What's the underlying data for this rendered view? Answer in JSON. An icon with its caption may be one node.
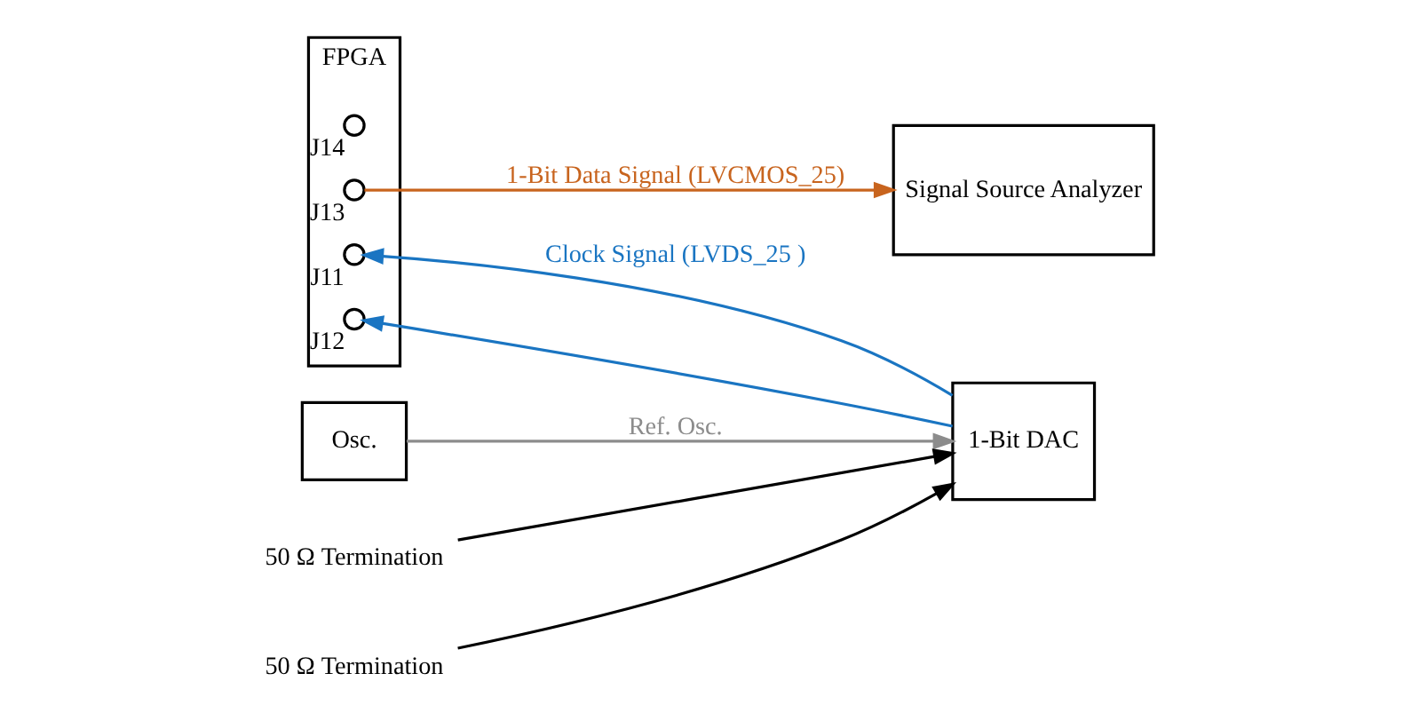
{
  "diagram": {
    "nodes": [
      {
        "text": [
          "1-Bit DAC"
        ]
      },
      {
        "text": [
          "FPGA"
        ]
      },
      {
        "text": [],
        "shape": "circle",
        "in": 1,
        "beside": [
          "J14"
        ]
      },
      {
        "text": [],
        "shape": "circle",
        "in": 1,
        "beside": [
          "J13"
        ]
      },
      {
        "text": [],
        "shape": "circle",
        "in": 1,
        "beside": [
          "J11"
        ]
      },
      {
        "text": [],
        "shape": "circle",
        "in": 1,
        "beside": [
          "J12"
        ]
      },
      {
        "text": [
          "Signal Source Analyzer"
        ]
      },
      {
        "text": [
          "Osc."
        ]
      },
      {
        "text": [
          "50 Ω Termination"
        ]
      },
      {
        "text": [
          "50 Ω Termination"
        ]
      }
    ],
    "edges": [
      {
        "from": 0,
        "to": 4,
        "arrow": "to",
        "color": "#1a75c2",
        "label": "Clock Signal (LVDS_25 )"
      },
      {
        "from": 0,
        "to": 5,
        "arrow": "to",
        "color": "#1a75c2"
      },
      {
        "from": 3,
        "to": 6,
        "arrow": "to",
        "color": "#c8641e",
        "label": "1-Bit Data Signal (LVCMOS_25)"
      },
      {
        "from": 7,
        "to": 0,
        "arrow": "to",
        "color": "#8c8c8c",
        "label": "Ref. Osc."
      },
      {
        "from": 8,
        "to": 0,
        "arrow": "to",
        "color": "#000000"
      },
      {
        "from": 9,
        "to": 0,
        "arrow": "to",
        "color": "#000000"
      }
    ]
  }
}
